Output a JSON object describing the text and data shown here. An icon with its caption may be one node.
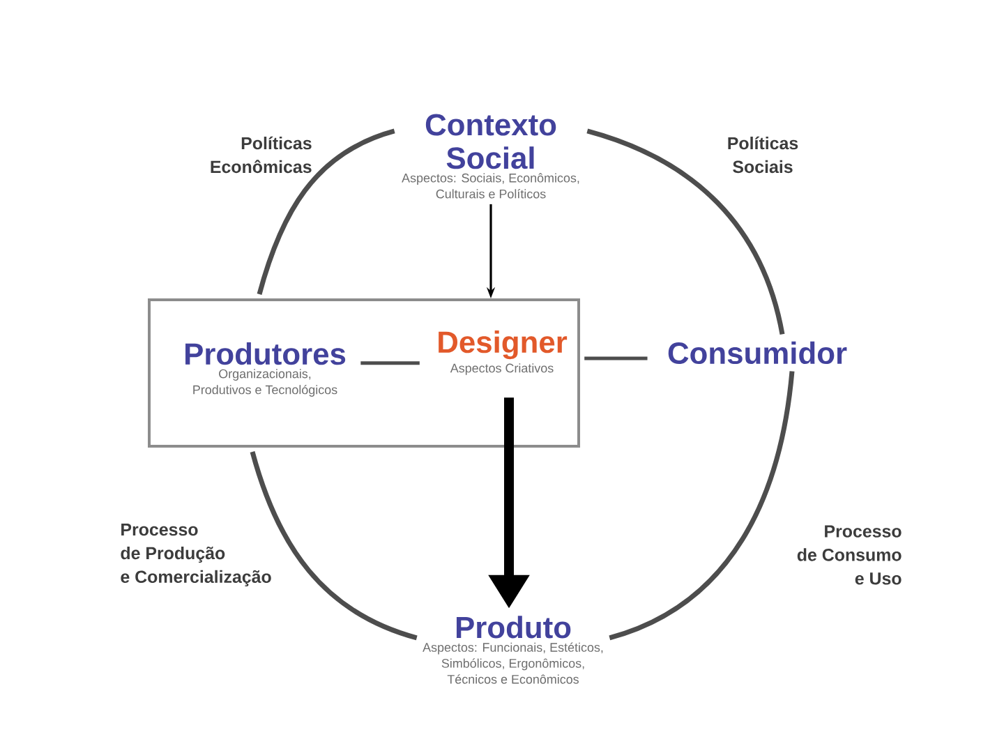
{
  "diagram": {
    "nodes": [
      {
        "text": [
          "Contexto Social",
          "Aspectos: Sociais, Econômicos, Culturais e Políticos"
        ]
      },
      {
        "text": [],
        "shape": "box"
      },
      {
        "text": [
          "Produtores",
          "Organizacionais, Produtivos e Tecnológicos"
        ],
        "in": 1
      },
      {
        "text": [
          "Designer",
          "Aspectos Criativos"
        ],
        "in": 1
      },
      {
        "text": [
          "Consumidor"
        ]
      },
      {
        "text": [
          "Produto",
          "Aspectos: Funcionais, Estéticos, Simbólicos, Ergonômicos, Técnicos e Econômicos"
        ]
      }
    ],
    "edges": [
      {
        "from": 0,
        "to": 1,
        "arrow": "to",
        "color": "#000000"
      },
      {
        "from": 2,
        "to": 3,
        "arrow": "none"
      },
      {
        "from": 3,
        "to": 4,
        "arrow": "none"
      },
      {
        "from": 3,
        "to": 5,
        "arrow": "to",
        "style": "thick",
        "color": "#000000"
      },
      {
        "from": 0,
        "to": 1,
        "arrow": "none",
        "label": "Políticas Econômicas"
      },
      {
        "from": 0,
        "to": 4,
        "arrow": "none",
        "label": "Políticas Sociais"
      },
      {
        "from": 1,
        "to": 5,
        "arrow": "none",
        "label": "Processo de Produção e Comercialização"
      },
      {
        "from": 4,
        "to": 5,
        "arrow": "none",
        "label": "Processo de Consumo e Uso"
      }
    ]
  }
}
